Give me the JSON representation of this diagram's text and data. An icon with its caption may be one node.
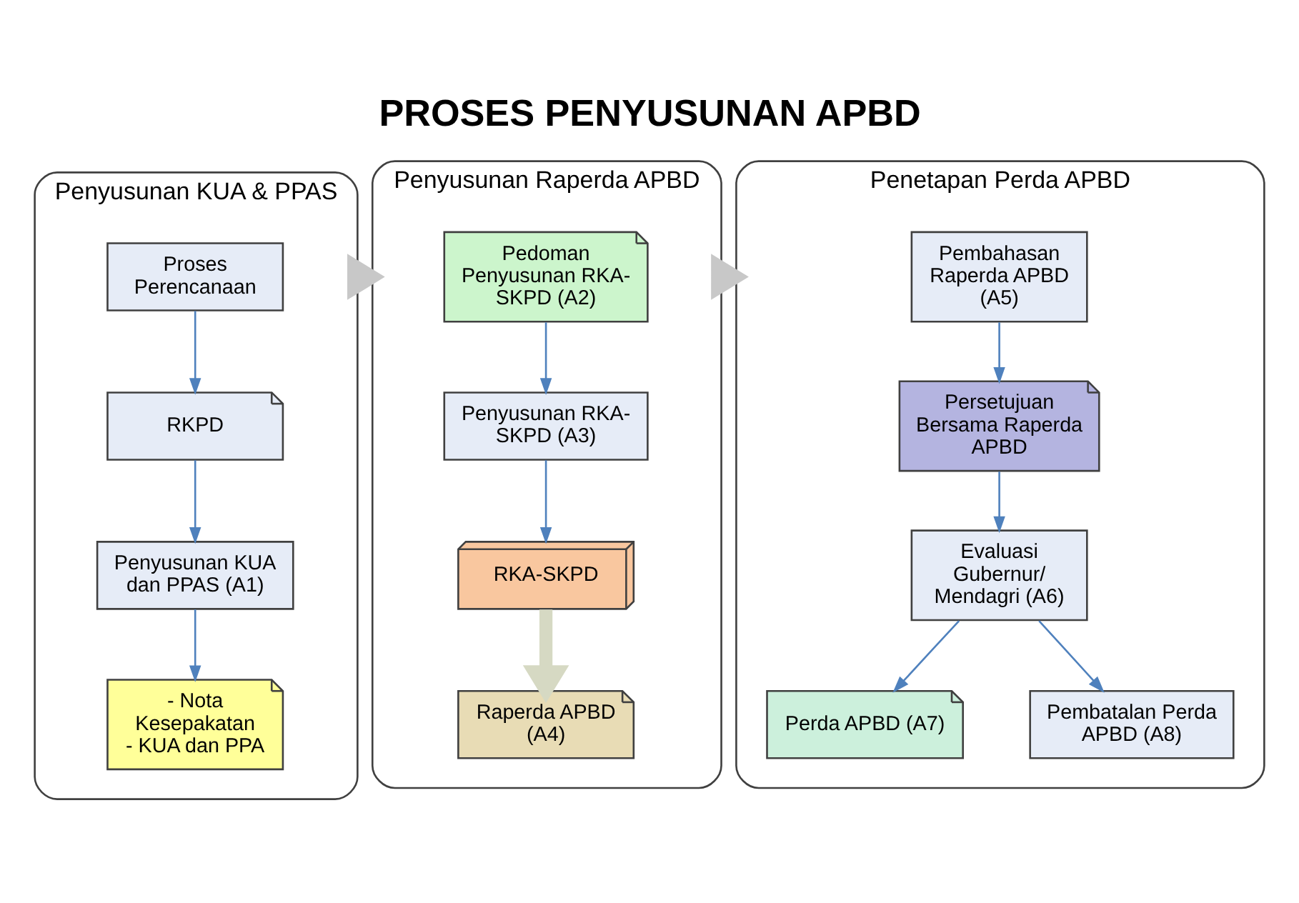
{
  "diagram": {
    "title": "PROSES PENYUSUNAN APBD",
    "nodes": [
      {
        "text": [
          "Penyusunan KUA & PPAS"
        ]
      },
      {
        "text": [
          "Proses Perencanaan"
        ],
        "in": 0
      },
      {
        "text": [
          "RKPD"
        ],
        "in": 0
      },
      {
        "text": [
          "Penyusunan KUA dan PPAS (A1)"
        ],
        "in": 0
      },
      {
        "text": [
          "- Nota Kesepakatan",
          "- KUA dan PPA"
        ],
        "in": 0
      },
      {
        "text": [
          "Penyusunan Raperda APBD"
        ]
      },
      {
        "text": [
          "Pedoman Penyusunan RKA-SKPD (A2)"
        ],
        "in": 5
      },
      {
        "text": [
          "Penyusunan RKA-SKPD (A3)"
        ],
        "in": 5
      },
      {
        "text": [
          "RKA-SKPD"
        ],
        "in": 5
      },
      {
        "text": [
          "Raperda APBD (A4)"
        ],
        "in": 5
      },
      {
        "text": [
          "Penetapan Perda APBD"
        ]
      },
      {
        "text": [
          "Pembahasan Raperda APBD (A5)"
        ],
        "in": 10
      },
      {
        "text": [
          "Persetujuan Bersama Raperda APBD"
        ],
        "in": 10
      },
      {
        "text": [
          "Evaluasi Gubernur/ Mendagri (A6)"
        ],
        "in": 10
      },
      {
        "text": [
          "Perda APBD (A7)"
        ],
        "in": 10
      },
      {
        "text": [
          "Pembatalan Perda APBD (A8)"
        ],
        "in": 10
      }
    ],
    "edges": [
      {
        "from": 0,
        "to": 5,
        "arrow": "to",
        "style": "thick",
        "color": "#c8c8c8"
      },
      {
        "from": 5,
        "to": 10,
        "arrow": "to",
        "style": "thick",
        "color": "#c8c8c8"
      },
      {
        "from": 1,
        "to": 2,
        "arrow": "to"
      },
      {
        "from": 2,
        "to": 3,
        "arrow": "to"
      },
      {
        "from": 3,
        "to": 4,
        "arrow": "to"
      },
      {
        "from": 6,
        "to": 7,
        "arrow": "to"
      },
      {
        "from": 7,
        "to": 8,
        "arrow": "to"
      },
      {
        "from": 8,
        "to": 9,
        "arrow": "to",
        "style": "thick",
        "color": "#d6d9c3"
      },
      {
        "from": 11,
        "to": 12,
        "arrow": "to"
      },
      {
        "from": 12,
        "to": 13,
        "arrow": "to"
      },
      {
        "from": 13,
        "to": 14,
        "arrow": "to"
      },
      {
        "from": 13,
        "to": 15,
        "arrow": "to"
      }
    ]
  }
}
